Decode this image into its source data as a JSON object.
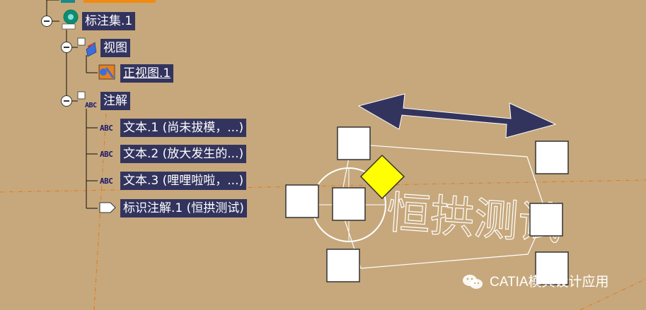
{
  "tree": {
    "annotation_set": {
      "label": "标注集.1"
    },
    "views": {
      "label": "视图",
      "children": [
        {
          "label": "正视图.1"
        }
      ]
    },
    "notes": {
      "label": "注解",
      "children": [
        {
          "label": "文本.1 (尚未拔模，...)"
        },
        {
          "label": "文本.2 (放大发生的...)"
        },
        {
          "label": "文本.3 (哩哩啦啦，...)"
        },
        {
          "label": "标识注解.1 (恒拱测试)"
        }
      ]
    },
    "abc_icon_text": "ABC"
  },
  "viewport": {
    "annotation_text": "恒拱测试",
    "accent_colors": {
      "arrow": "#33345e",
      "handle": "#ffffff",
      "rotate_handle": "#ffff00",
      "axis_line": "#e8761e"
    }
  },
  "watermark": {
    "text": "CATIA模具设计应用"
  }
}
